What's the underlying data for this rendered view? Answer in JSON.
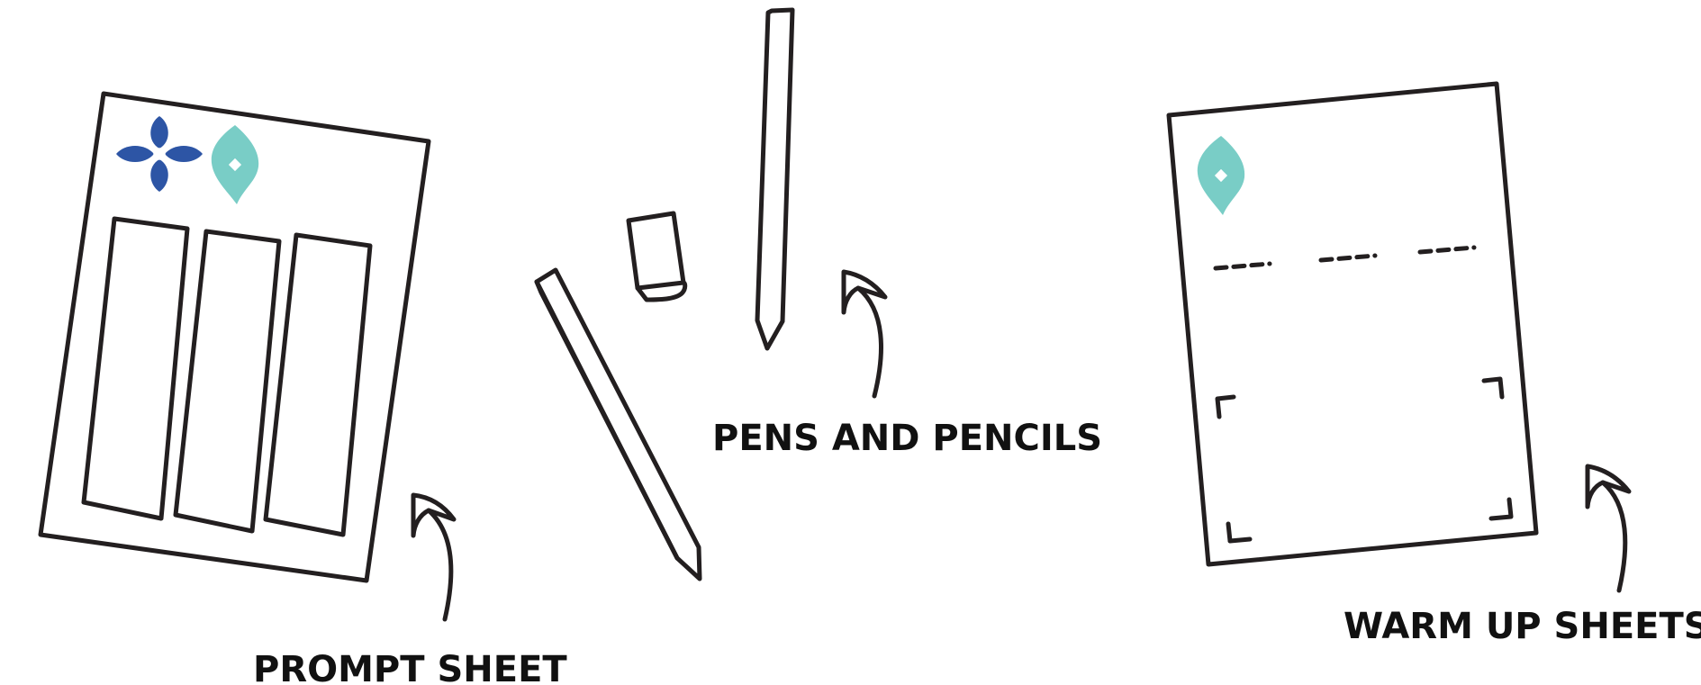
{
  "labels": {
    "prompt_sheet": "PROMPT SHEET",
    "pens_and_pencils": "PENS AND PENCILS",
    "warm_up_sheets": "WARM UP SHEETS"
  },
  "colors": {
    "ink": "#231f20",
    "blue_motif": "#2d55a5",
    "teal_motif": "#79cdc6"
  },
  "icons": [
    "prompt-sheet-icon",
    "pencil-icon",
    "pen-icon",
    "eraser-icon",
    "warm-up-sheet-icon",
    "curved-arrow-icon"
  ]
}
